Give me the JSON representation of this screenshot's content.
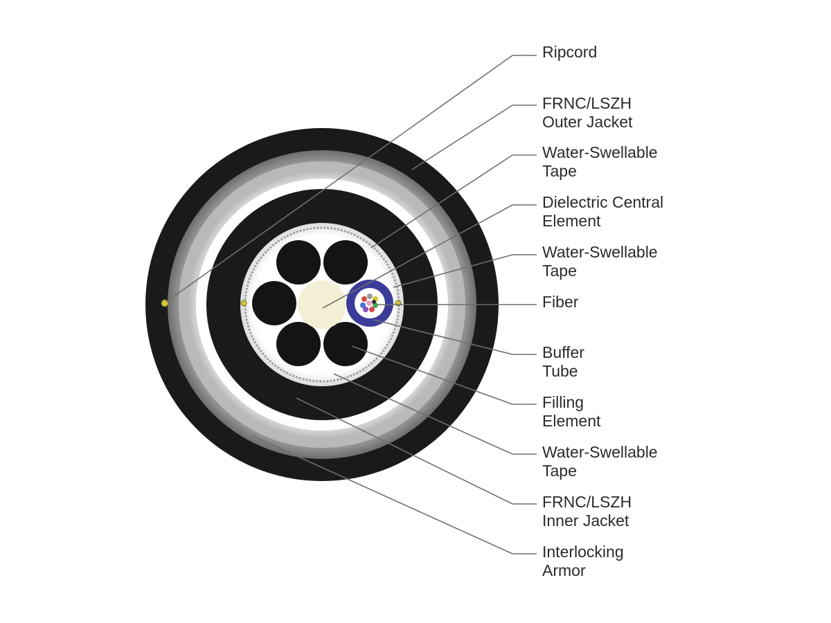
{
  "callouts": [
    {
      "id": "ripcord",
      "lines": [
        "Ripcord"
      ]
    },
    {
      "id": "outer-jacket",
      "lines": [
        "FRNC/LSZH",
        "Outer Jacket"
      ]
    },
    {
      "id": "water-swellable-tape-1",
      "lines": [
        "Water-Swellable",
        "Tape"
      ]
    },
    {
      "id": "dielectric-central-element",
      "lines": [
        "Dielectric Central",
        "Element"
      ]
    },
    {
      "id": "water-swellable-tape-2",
      "lines": [
        "Water-Swellable",
        "Tape"
      ]
    },
    {
      "id": "fiber",
      "lines": [
        "Fiber"
      ]
    },
    {
      "id": "buffer-tube",
      "lines": [
        "Buffer",
        "Tube"
      ]
    },
    {
      "id": "filling-element",
      "lines": [
        "Filling",
        "Element"
      ]
    },
    {
      "id": "water-swellable-tape-3",
      "lines": [
        "Water-Swellable",
        "Tape"
      ]
    },
    {
      "id": "inner-jacket",
      "lines": [
        "FRNC/LSZH",
        "Inner Jacket"
      ]
    },
    {
      "id": "interlocking-armor",
      "lines": [
        "Interlocking",
        "Armor"
      ]
    }
  ],
  "colors": {
    "jacket": "#1a1a1a",
    "armor": "#a8a8a8",
    "tape": "#ffffff",
    "central_element": "#f3efd4",
    "buffer_tube": "#3b3c9a",
    "leader_line": "#6e6e6e",
    "text": "#2a2a2a"
  }
}
